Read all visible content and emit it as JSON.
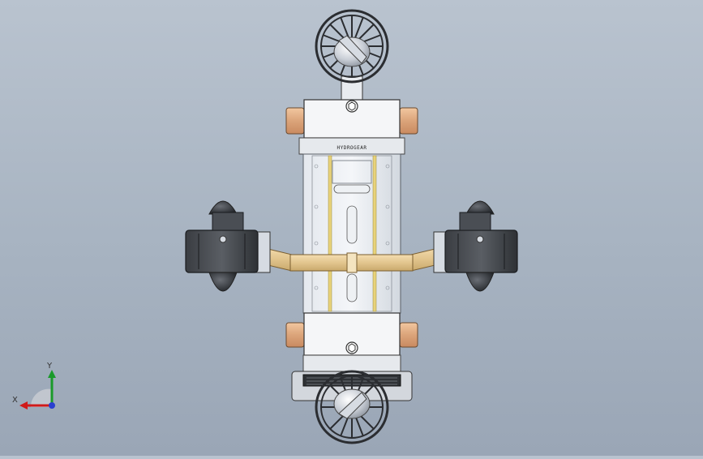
{
  "model": {
    "brand_text": "HYDROGEAR"
  },
  "triad": {
    "x_label": "X",
    "y_label": "Y"
  }
}
